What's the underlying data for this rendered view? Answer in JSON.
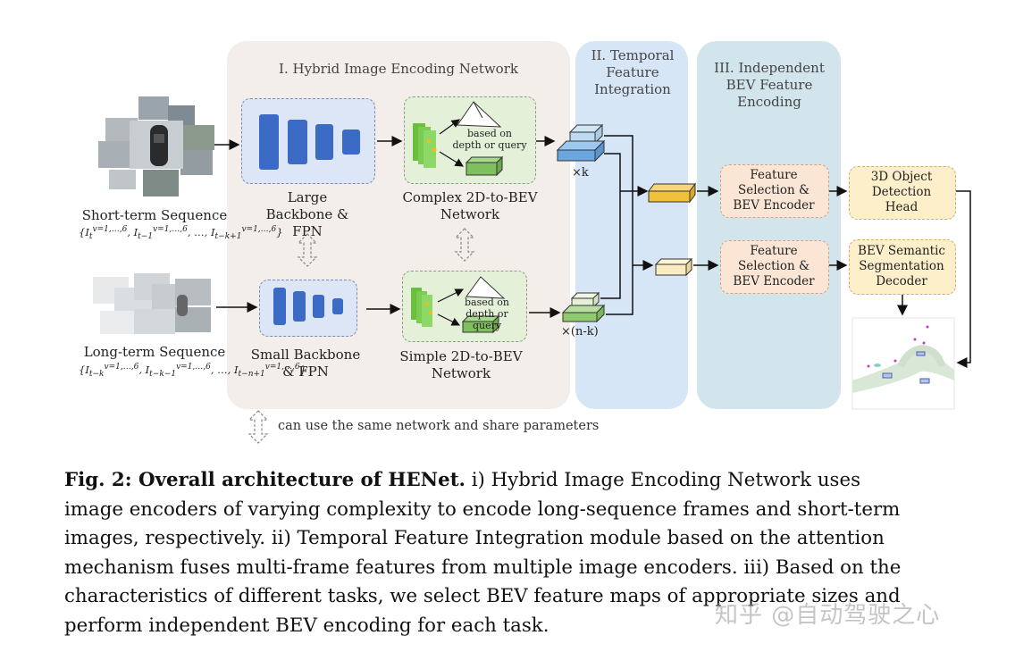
{
  "panels": {
    "hybrid": "I. Hybrid Image Encoding Network",
    "temporal": "II. Temporal Feature Integration",
    "bev": "III. Independent BEV Feature Encoding"
  },
  "inputs": {
    "short_label": "Short-term Sequence",
    "short_formula": "{I_t^{v=1,...,6}, I_{t-1}^{v=1,...,6}, ..., I_{t-k+1}^{v=1,...,6}}",
    "long_label": "Long-term Sequence",
    "long_formula": "{I_{t-k}^{v=1,...,6}, I_{t-k-1}^{v=1,...,6}, ..., I_{t-n+1}^{v=1,...,6}}"
  },
  "encoders": {
    "large": "Large Backbone & FPN",
    "small": "Small Backbone & FPN",
    "complex": "Complex 2D-to-BEV Network",
    "simple": "Simple 2D-to-BEV Network",
    "depth_note": "based on depth or query"
  },
  "temporal": {
    "k_label": "×k",
    "nk_label": "×(n-k)"
  },
  "heads": {
    "feature_enc_1": "Feature Selection & BEV Encoder",
    "feature_enc_2": "Feature Selection & BEV Encoder",
    "detection": "3D Object Detection Head",
    "segmentation": "BEV Semantic Segmentation Decoder"
  },
  "legend": {
    "share": "can use the same network and share parameters"
  },
  "caption": {
    "fig": "Fig. 2: Overall architecture of HENet.",
    "line1": " i) Hybrid Image Encoding Network uses",
    "line2": "image encoders of varying complexity to encode long-sequence frames and short-term",
    "line3": "images, respectively. ii) Temporal Feature Integration module based on the attention",
    "line4": "mechanism fuses multi-frame features from multiple image encoders. iii) Based on the",
    "line5": "characteristics of different tasks, we select BEV feature maps of appropriate sizes and",
    "line6": "perform independent BEV encoding for each task."
  },
  "watermark": "知乎 @自动驾驶之心",
  "colors": {
    "panel_hybrid": "#f2ede8",
    "panel_temporal": "#d6e6f7",
    "panel_bev": "#d3e6ee",
    "backbone_blue": "#3b6bc4",
    "green": "#a6d98c",
    "orange_box": "#fbe6d6",
    "yellow_box": "#fcefc9"
  }
}
